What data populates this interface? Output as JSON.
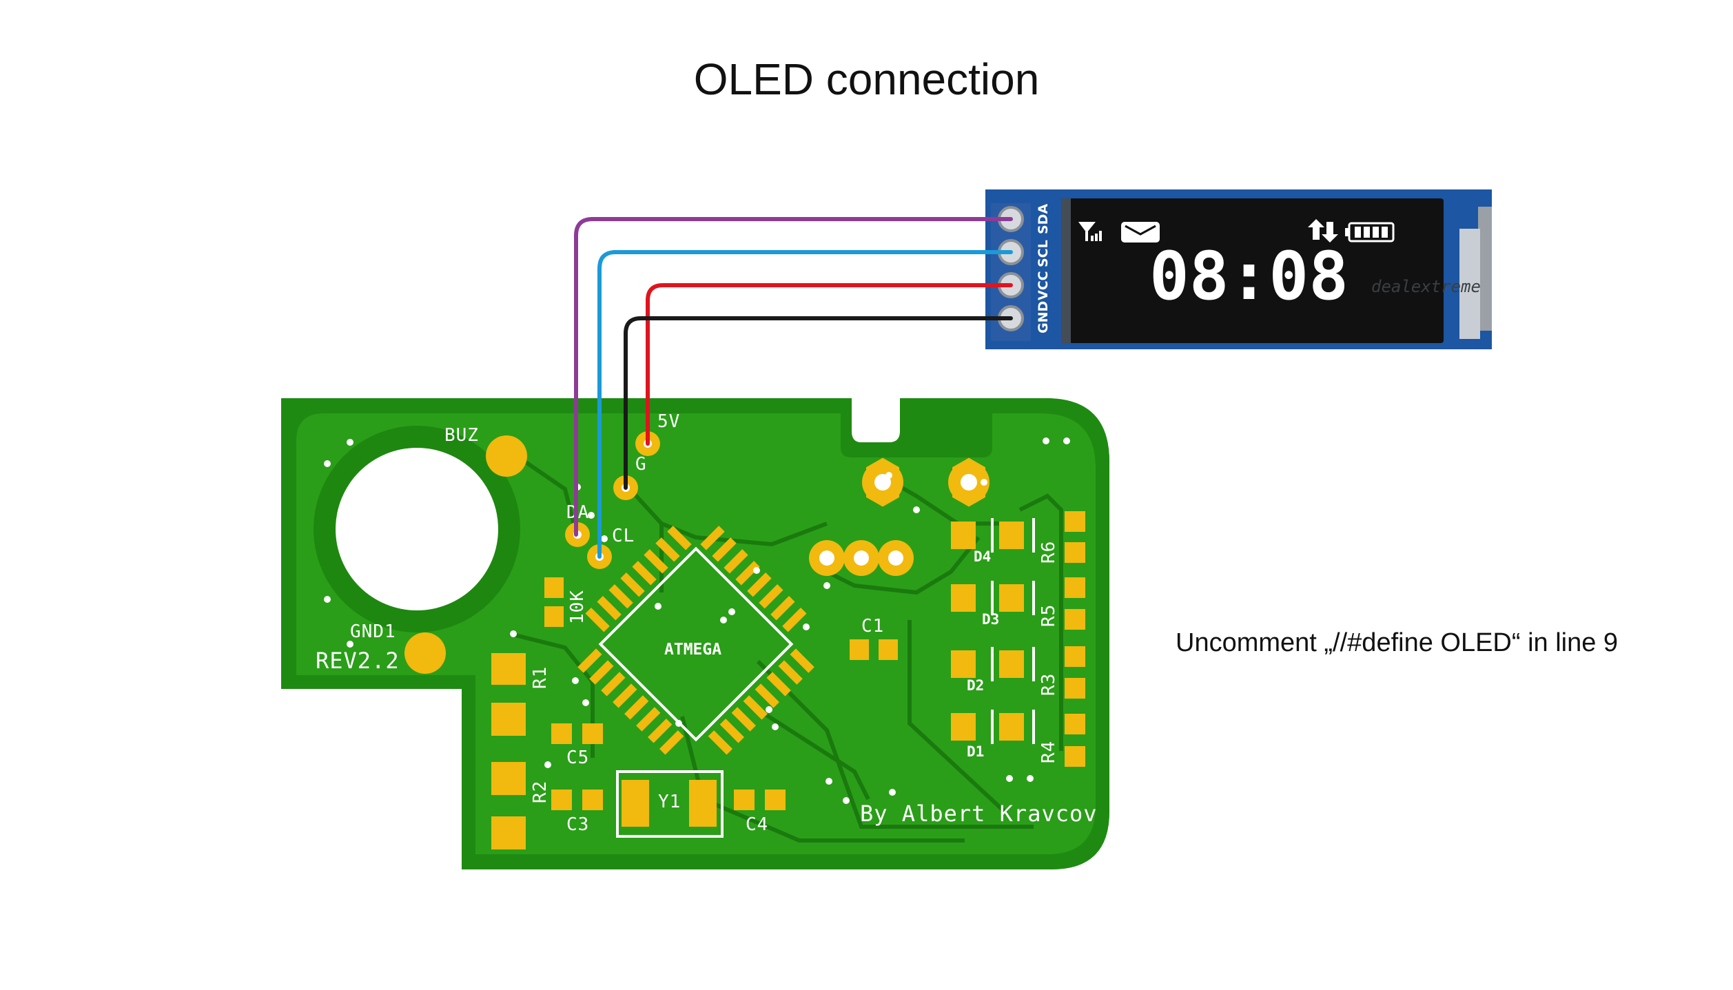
{
  "title": "OLED connection",
  "instruction": "Uncomment „//#define OLED“ in line 9",
  "oled_module": {
    "pin_labels": [
      "SDA",
      "SCL",
      "VCC",
      "GND"
    ],
    "display_time": "08:08",
    "watermark": "dealextreme"
  },
  "wires": [
    {
      "signal": "SDA",
      "pcb_pad": "DA",
      "color": "#8e3b97"
    },
    {
      "signal": "SCL",
      "pcb_pad": "CL",
      "color": "#1a9ad9"
    },
    {
      "signal": "VCC",
      "pcb_pad": "5V",
      "color": "#e0141e"
    },
    {
      "signal": "GND",
      "pcb_pad": "G",
      "color": "#1a1a1a"
    }
  ],
  "pcb": {
    "board_color": "#1f8a12",
    "copper_color": "#f2b90f",
    "silkscreen": {
      "buz": "BUZ",
      "gnd1": "GND1",
      "revision": "REV2.2",
      "da": "DA",
      "cl": "CL",
      "g": "G",
      "v5": "5V",
      "r10k": "10K",
      "chip": "ATMEGA",
      "c1": "C1",
      "c3": "C3",
      "c4": "C4",
      "c5": "C5",
      "r1": "R1",
      "r2": "R2",
      "r3": "R3",
      "r4": "R4",
      "r5": "R5",
      "r6": "R6",
      "d1": "D1",
      "d2": "D2",
      "d3": "D3",
      "d4": "D4",
      "y1": "Y1",
      "author": "By Albert Kravcov"
    }
  }
}
